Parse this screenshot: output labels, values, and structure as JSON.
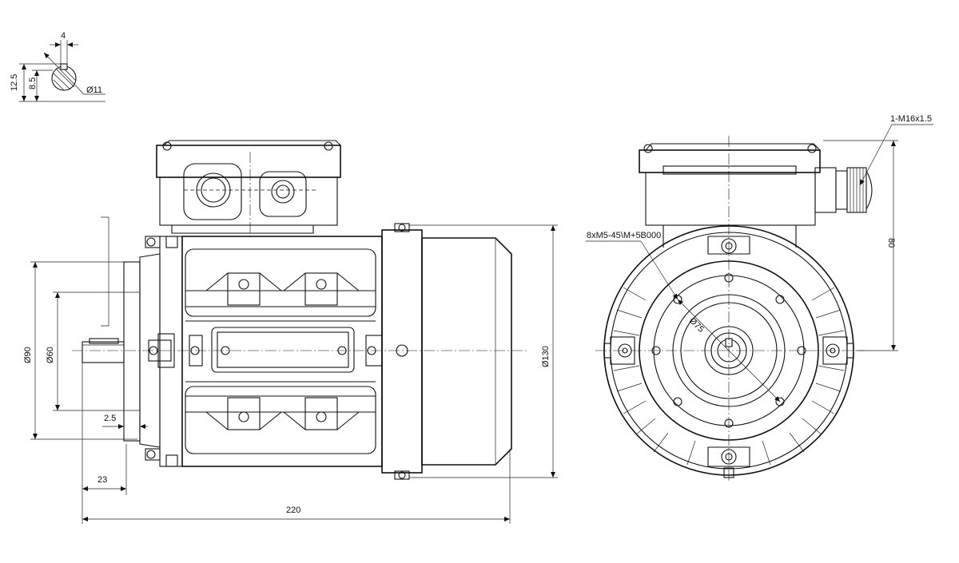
{
  "drawing": {
    "key_detail": {
      "key_width": "4",
      "depth_total": "12.5",
      "depth_shaft": "8.5",
      "shaft_dia": "Ø11"
    },
    "side_view": {
      "flange_dia": "Ø90",
      "spigot_dia": "Ø60",
      "spigot_depth": "2.5",
      "shaft_length": "23",
      "overall_length": "220",
      "frame_dia": "Ø130"
    },
    "front_view": {
      "cable_gland": "1-M16x1.5",
      "mount_holes": "8xM5-45\\M+5B000",
      "pitch_dia": "Ø75",
      "shaft_height": "80"
    }
  }
}
